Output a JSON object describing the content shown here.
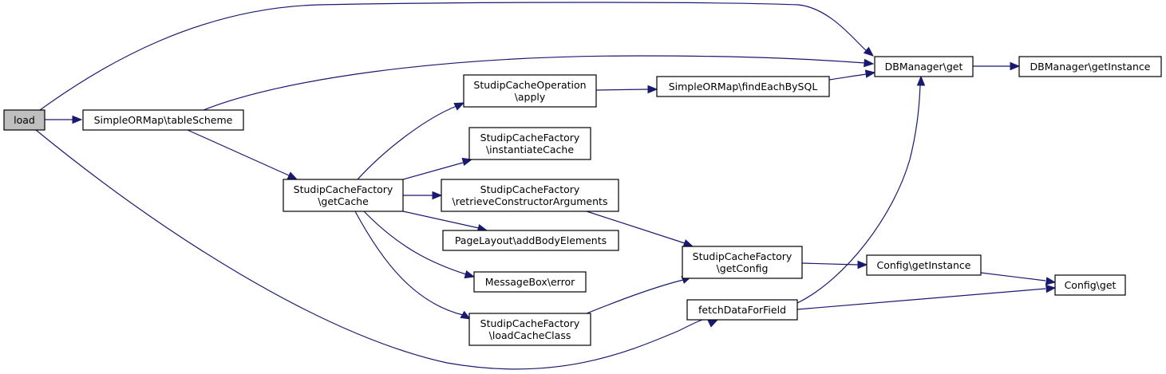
{
  "diagram": {
    "type": "call-graph",
    "colors": {
      "edge": "#191970",
      "node_fill": "#ffffff",
      "root_fill": "#bfbfbf",
      "border": "#000000"
    },
    "nodes": [
      {
        "id": "load",
        "lines": [
          "load"
        ],
        "root": true
      },
      {
        "id": "tableScheme",
        "lines": [
          "SimpleORMap\\tableScheme"
        ]
      },
      {
        "id": "getCache",
        "lines": [
          "StudipCacheFactory",
          "\\getCache"
        ]
      },
      {
        "id": "apply",
        "lines": [
          "StudipCacheOperation",
          "\\apply"
        ]
      },
      {
        "id": "instantiateCache",
        "lines": [
          "StudipCacheFactory",
          "\\instantiateCache"
        ]
      },
      {
        "id": "retrieveConstructorArguments",
        "lines": [
          "StudipCacheFactory",
          "\\retrieveConstructorArguments"
        ]
      },
      {
        "id": "addBodyElements",
        "lines": [
          "PageLayout\\addBodyElements"
        ]
      },
      {
        "id": "error",
        "lines": [
          "MessageBox\\error"
        ]
      },
      {
        "id": "loadCacheClass",
        "lines": [
          "StudipCacheFactory",
          "\\loadCacheClass"
        ]
      },
      {
        "id": "findEachBySQL",
        "lines": [
          "SimpleORMap\\findEachBySQL"
        ]
      },
      {
        "id": "getConfig",
        "lines": [
          "StudipCacheFactory",
          "\\getConfig"
        ]
      },
      {
        "id": "fetchDataForField",
        "lines": [
          "fetchDataForField"
        ]
      },
      {
        "id": "dbGet",
        "lines": [
          "DBManager\\get"
        ]
      },
      {
        "id": "dbGetInstance",
        "lines": [
          "DBManager\\getInstance"
        ]
      },
      {
        "id": "configGetInstance",
        "lines": [
          "Config\\getInstance"
        ]
      },
      {
        "id": "configGet",
        "lines": [
          "Config\\get"
        ]
      }
    ],
    "edges": [
      {
        "from": "load",
        "to": "tableScheme"
      },
      {
        "from": "load",
        "to": "dbGet"
      },
      {
        "from": "load",
        "to": "fetchDataForField"
      },
      {
        "from": "tableScheme",
        "to": "dbGet"
      },
      {
        "from": "tableScheme",
        "to": "getCache"
      },
      {
        "from": "getCache",
        "to": "apply"
      },
      {
        "from": "getCache",
        "to": "instantiateCache"
      },
      {
        "from": "getCache",
        "to": "retrieveConstructorArguments"
      },
      {
        "from": "getCache",
        "to": "addBodyElements"
      },
      {
        "from": "getCache",
        "to": "error"
      },
      {
        "from": "getCache",
        "to": "loadCacheClass"
      },
      {
        "from": "apply",
        "to": "findEachBySQL"
      },
      {
        "from": "findEachBySQL",
        "to": "dbGet"
      },
      {
        "from": "retrieveConstructorArguments",
        "to": "getConfig"
      },
      {
        "from": "loadCacheClass",
        "to": "getConfig"
      },
      {
        "from": "getConfig",
        "to": "configGetInstance"
      },
      {
        "from": "fetchDataForField",
        "to": "dbGet"
      },
      {
        "from": "fetchDataForField",
        "to": "configGet"
      },
      {
        "from": "configGetInstance",
        "to": "configGet"
      },
      {
        "from": "dbGet",
        "to": "dbGetInstance"
      }
    ]
  }
}
